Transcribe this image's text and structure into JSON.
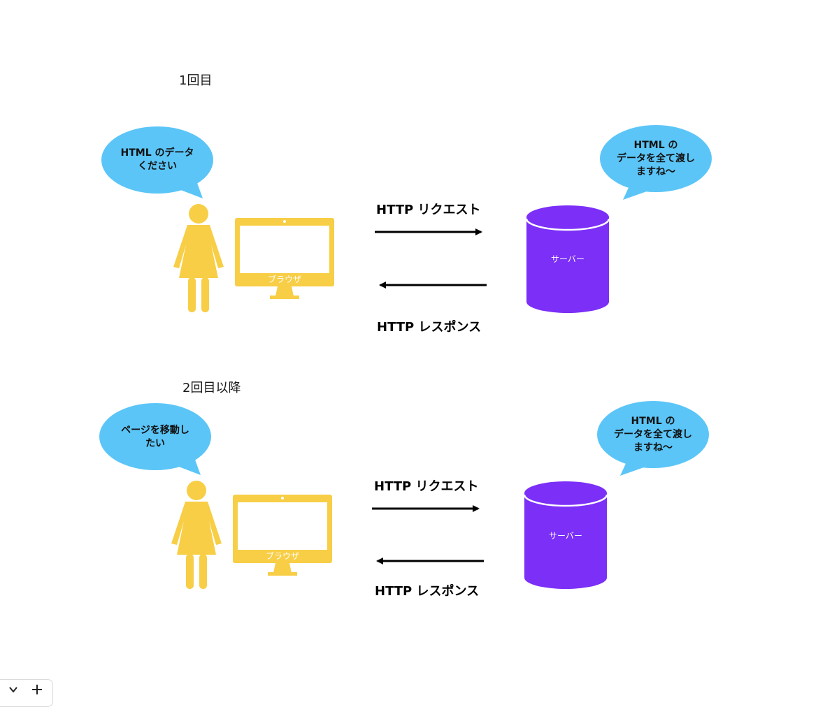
{
  "colors": {
    "bubble": "#5BC5F7",
    "person": "#F7CE46",
    "monitor": "#F7CE46",
    "server": "#7B2FF7",
    "arrow": "#000000"
  },
  "sections": [
    {
      "title": "1回目",
      "client_bubble": "HTML のデータ\nください",
      "server_bubble": "HTML の\nデータを全て渡し\nますね〜",
      "monitor_label": "ブラウザ",
      "server_label": "サーバー",
      "request_label": "HTTP リクエスト",
      "response_label": "HTTP レスポンス"
    },
    {
      "title": "2回目以降",
      "client_bubble": "ページを移動し\nたい",
      "server_bubble": "HTML の\nデータを全て渡し\nますね〜",
      "monitor_label": "ブラウザ",
      "server_label": "サーバー",
      "request_label": "HTTP リクエスト",
      "response_label": "HTTP レスポンス"
    }
  ],
  "toolbar": {
    "chevron_icon": "chevron-down-icon",
    "add_icon": "plus-icon"
  }
}
